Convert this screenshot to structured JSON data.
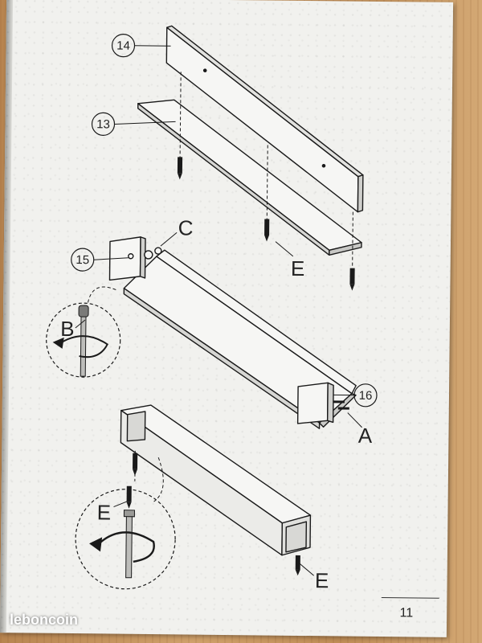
{
  "callouts": {
    "part_14": "14",
    "part_13": "13",
    "part_15": "15",
    "part_16": "16"
  },
  "letters": {
    "c": "C",
    "e_top": "E",
    "b": "B",
    "a": "A",
    "e_left": "E",
    "e_bottom": "E"
  },
  "page_number": "11",
  "watermark": "leboncoin"
}
